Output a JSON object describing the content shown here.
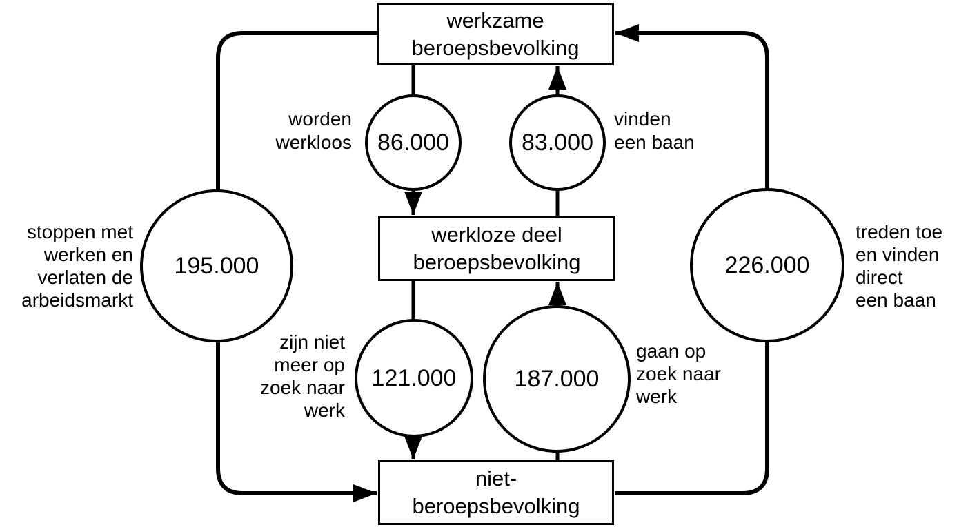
{
  "diagram": {
    "background": "#ffffff",
    "ink": "#000000",
    "nodes": {
      "top": {
        "label": "werkzame\nberoepsbevolking"
      },
      "middle": {
        "label": "werkloze deel\nberoepsbevolking"
      },
      "bottom": {
        "label": "niet-\nberoepsbevolking"
      }
    },
    "flows": {
      "worden_werkloos": {
        "value": "86.000",
        "label": "worden\nwerkloos",
        "from": "werkzame beroepsbevolking",
        "to": "werkloze deel beroepsbevolking"
      },
      "vinden_baan": {
        "value": "83.000",
        "label": "vinden\neen baan",
        "from": "werkloze deel beroepsbevolking",
        "to": "werkzame beroepsbevolking"
      },
      "stoppen_met_werken": {
        "value": "195.000",
        "label": "stoppen met\nwerken en\nverlaten de\narbeidsmarkt",
        "from": "werkzame beroepsbevolking",
        "to": "niet-beroepsbevolking"
      },
      "treden_toe": {
        "value": "226.000",
        "label": "treden toe\nen vinden\ndirect\neen baan",
        "from": "niet-beroepsbevolking",
        "to": "werkzame beroepsbevolking"
      },
      "niet_meer_op_zoek": {
        "value": "121.000",
        "label": "zijn niet\nmeer op\nzoek naar\nwerk",
        "from": "werkloze deel beroepsbevolking",
        "to": "niet-beroepsbevolking"
      },
      "gaan_op_zoek": {
        "value": "187.000",
        "label": "gaan op\nzoek naar\nwerk",
        "from": "niet-beroepsbevolking",
        "to": "werkloze deel beroepsbevolking"
      }
    }
  }
}
